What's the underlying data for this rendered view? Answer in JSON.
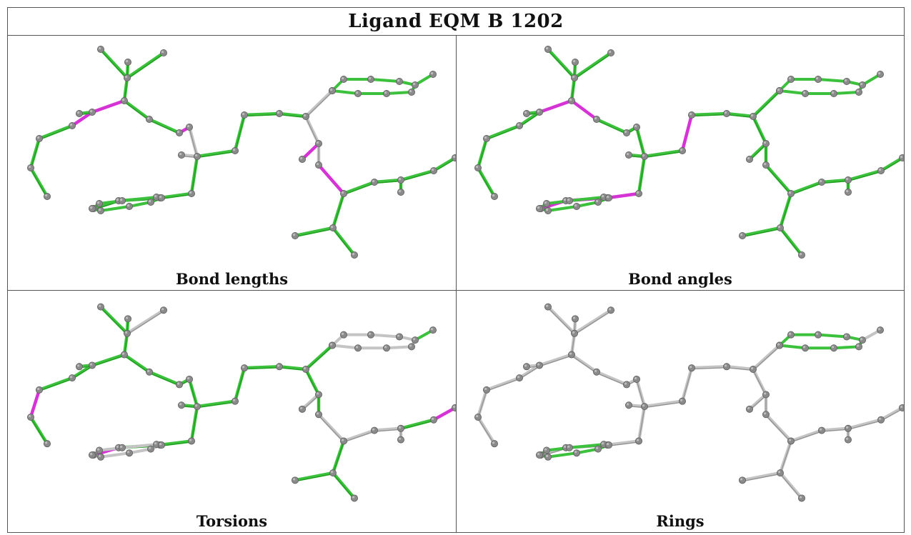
{
  "title": "Ligand EQM B 1202",
  "colors": {
    "good": "#3cc13c",
    "good_dark": "#1f9a1f",
    "outlier": "#d633d6",
    "neutral": "#c4c4c4",
    "neutral_dark": "#8f8f8f",
    "atom": "#8a8a8a",
    "atom_highlight": "#bdbdbd"
  },
  "panels": [
    {
      "caption": "Bond lengths",
      "magenta": [
        [
          2,
          3
        ],
        [
          3,
          4
        ],
        [
          6,
          7
        ],
        [
          15,
          16
        ],
        [
          17,
          18
        ],
        [
          21,
          22
        ]
      ],
      "gray": [
        [
          7,
          8
        ],
        [
          8,
          9
        ],
        [
          13,
          14
        ],
        [
          13,
          15
        ],
        [
          15,
          17
        ]
      ],
      "all_gray": false
    },
    {
      "caption": "Bond angles",
      "magenta": [
        [
          3,
          4
        ],
        [
          3,
          9
        ],
        [
          4,
          5
        ],
        [
          9,
          10
        ],
        [
          10,
          11
        ],
        [
          31,
          32
        ],
        [
          32,
          33
        ],
        [
          33,
          34
        ]
      ],
      "gray": [],
      "all_gray": false
    },
    {
      "caption": "Torsions",
      "magenta": [
        [
          0,
          1
        ],
        [
          22,
          23
        ],
        [
          22,
          26
        ],
        [
          33,
          34
        ]
      ],
      "gray": [
        [
          0,
          8
        ],
        [
          3,
          9
        ],
        [
          4,
          9
        ],
        [
          0,
          1
        ],
        [
          19,
          20
        ],
        [
          20,
          21
        ],
        [
          21,
          22
        ],
        [
          28,
          29
        ],
        [
          29,
          30
        ],
        [
          29,
          31
        ],
        [
          15,
          16
        ],
        [
          16,
          17
        ],
        [
          17,
          18
        ],
        [
          18,
          19
        ]
      ],
      "green_override": [
        [
          1,
          2
        ],
        [
          2,
          3
        ],
        [
          3,
          4
        ],
        [
          4,
          5
        ],
        [
          5,
          6
        ],
        [
          6,
          7
        ],
        [
          7,
          10
        ],
        [
          10,
          11
        ],
        [
          11,
          12
        ],
        [
          12,
          13
        ],
        [
          13,
          14
        ],
        [
          13,
          15
        ],
        [
          15,
          22
        ],
        [
          22,
          23
        ],
        [
          23,
          24
        ],
        [
          24,
          25
        ],
        [
          25,
          26
        ],
        [
          26,
          27
        ],
        [
          27,
          28
        ],
        [
          7,
          8
        ],
        [
          8,
          9
        ],
        [
          31,
          32
        ],
        [
          32,
          33
        ],
        [
          22,
          26
        ],
        [
          26,
          34
        ]
      ],
      "all_gray": false
    },
    {
      "caption": "Rings",
      "magenta": [],
      "gray": [],
      "all_gray": true
    }
  ]
}
